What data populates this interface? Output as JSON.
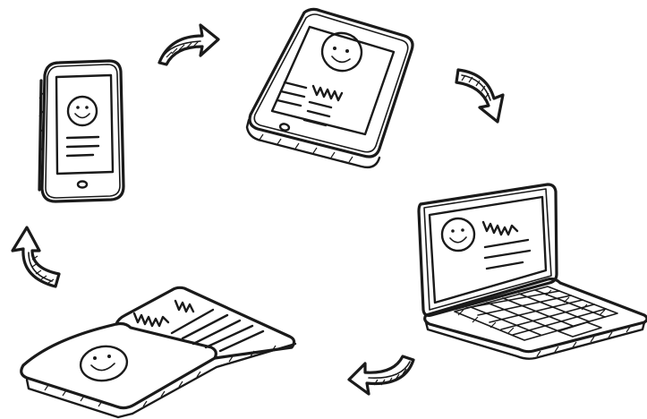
{
  "scene": {
    "background": "#ffffff",
    "ink_color": "#1a1a1a",
    "devices": [
      "smartphone",
      "tablet",
      "laptop",
      "open-book"
    ],
    "arrows": [
      "arrow-phone-to-tablet",
      "arrow-tablet-to-laptop",
      "arrow-laptop-to-book",
      "arrow-book-to-phone"
    ]
  }
}
